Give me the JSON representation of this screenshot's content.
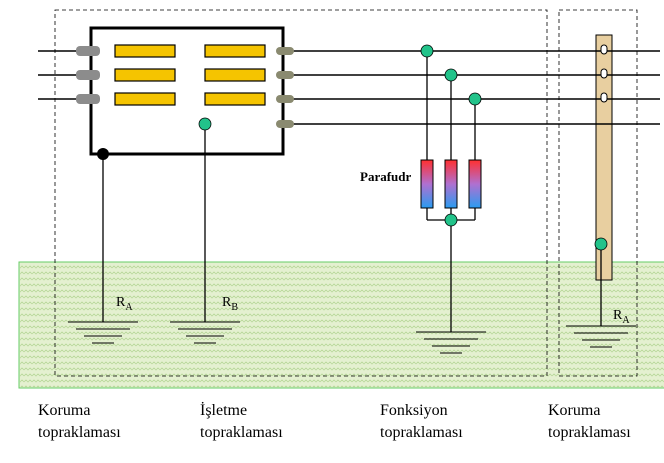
{
  "labels": {
    "arrester": "Parafudr",
    "r_left": "R",
    "r_left_sub": "A",
    "r_mid": "R",
    "r_mid_sub": "B",
    "r_right": "R",
    "r_right_sub": "A"
  },
  "captions": [
    {
      "line1": "Koruma",
      "line2": "topraklaması"
    },
    {
      "line1": "İşletme",
      "line2": "topraklaması"
    },
    {
      "line1": "Fonksiyon",
      "line2": "topraklaması"
    },
    {
      "line1": "Koruma",
      "line2": "topraklaması"
    }
  ],
  "colors": {
    "ground": "#e4f0d0",
    "ground_border": "#66cc66",
    "fuse": "#f5c400",
    "node": "#22c38a",
    "pole": "#e8cfa0"
  }
}
